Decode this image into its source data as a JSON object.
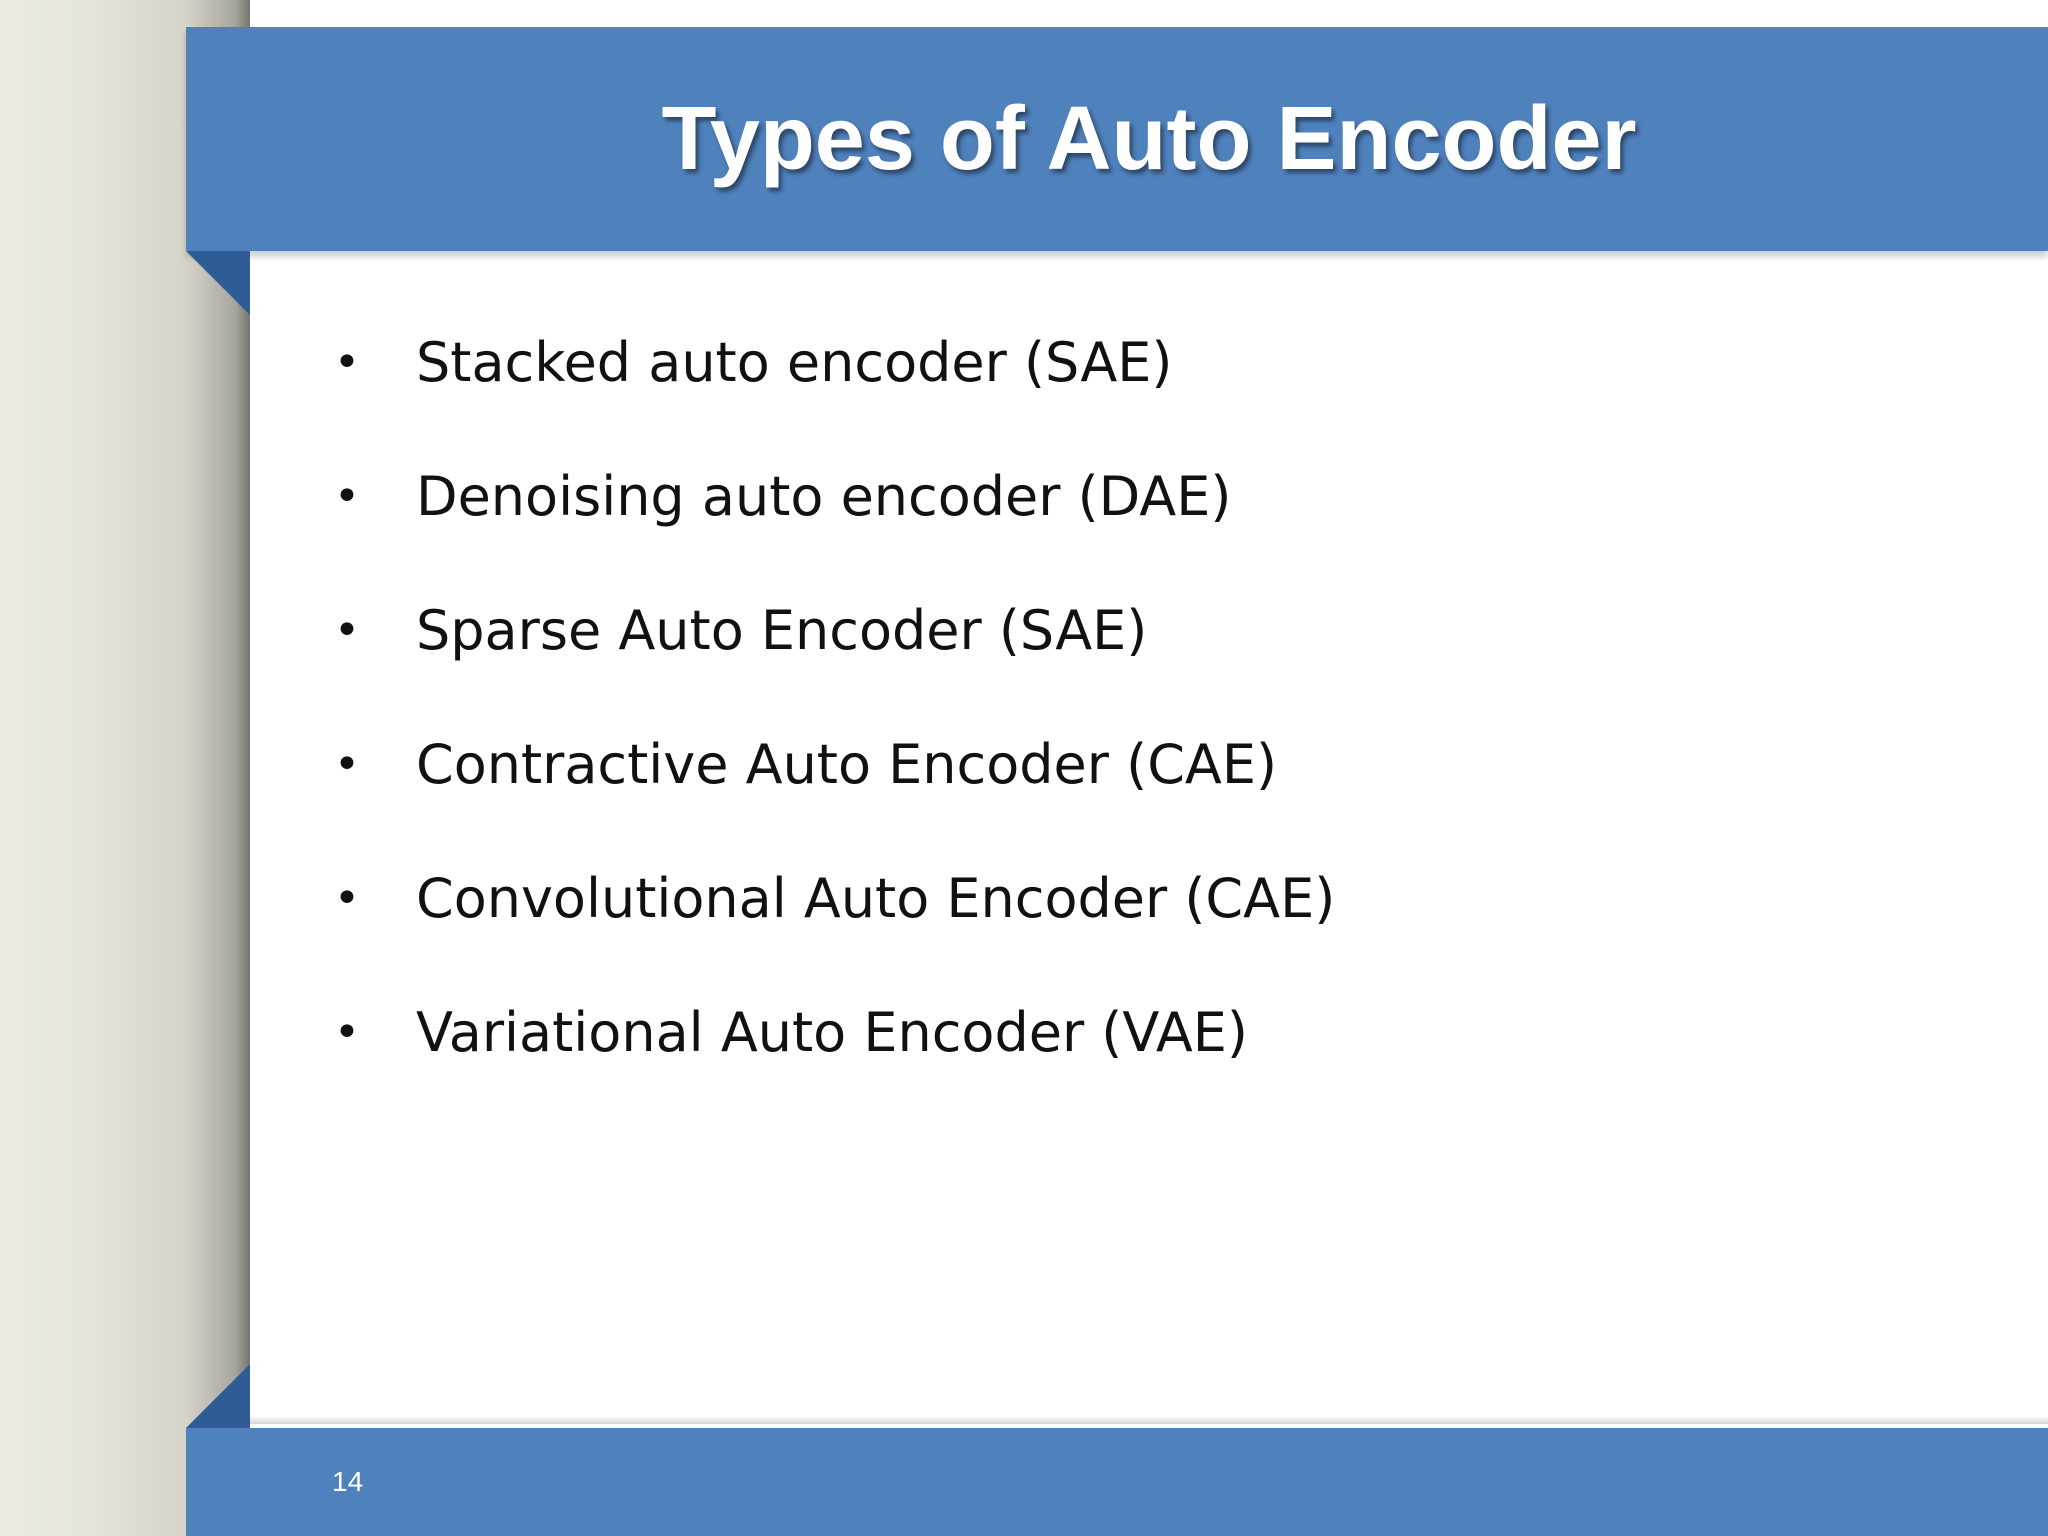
{
  "slide": {
    "title": "Types of Auto Encoder",
    "bullets": [
      "Stacked auto encoder (SAE)",
      "Denoising auto encoder (DAE)",
      "Sparse Auto Encoder (SAE)",
      "Contractive Auto Encoder (CAE)",
      "Convolutional Auto Encoder (CAE)",
      "Variational Auto Encoder (VAE)"
    ],
    "bullet_symbol": "•",
    "page_number": "14"
  },
  "colors": {
    "accent": "#4f81bd",
    "accent_dark": "#2f5c95",
    "text": "#111111",
    "title_text": "#ffffff"
  }
}
